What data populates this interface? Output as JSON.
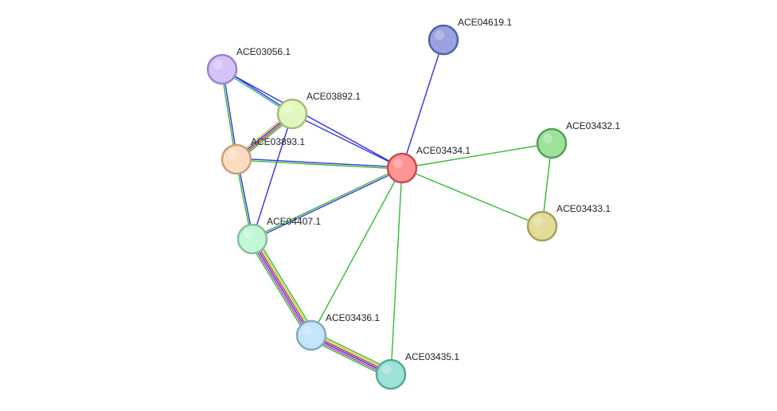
{
  "nodes": [
    {
      "id": "ACE04619.1",
      "label": "ACE04619.1",
      "fill": "#9aa3e0",
      "stroke": "#5560a8"
    },
    {
      "id": "ACE03056.1",
      "label": "ACE03056.1",
      "fill": "#d5c2f7",
      "stroke": "#9b82cc"
    },
    {
      "id": "ACE03892.1",
      "label": "ACE03892.1",
      "fill": "#e2f7c0",
      "stroke": "#9fbf7a"
    },
    {
      "id": "ACE03893.1",
      "label": "ACE03893.1",
      "fill": "#fcdcc0",
      "stroke": "#c79f7d"
    },
    {
      "id": "ACE03434.1",
      "label": "ACE03434.1",
      "fill": "#ff9494",
      "stroke": "#c44c4c"
    },
    {
      "id": "ACE03432.1",
      "label": "ACE03432.1",
      "fill": "#9ee29a",
      "stroke": "#5a9e56"
    },
    {
      "id": "ACE03433.1",
      "label": "ACE03433.1",
      "fill": "#e2dc98",
      "stroke": "#a8a05a"
    },
    {
      "id": "ACE04407.1",
      "label": "ACE04407.1",
      "fill": "#c2f7d5",
      "stroke": "#86bf9b"
    },
    {
      "id": "ACE03436.1",
      "label": "ACE03436.1",
      "fill": "#c2e5fb",
      "stroke": "#82a8c0"
    },
    {
      "id": "ACE03435.1",
      "label": "ACE03435.1",
      "fill": "#9ce2d8",
      "stroke": "#58a89c"
    }
  ],
  "edges": [
    {
      "source": "ACE04619.1",
      "target": "ACE03434.1",
      "colors": [
        "#3333dd"
      ]
    },
    {
      "source": "ACE03056.1",
      "target": "ACE03892.1",
      "colors": [
        "#3333dd",
        "#33bb88"
      ]
    },
    {
      "source": "ACE03056.1",
      "target": "ACE03434.1",
      "colors": [
        "#3333dd"
      ]
    },
    {
      "source": "ACE03056.1",
      "target": "ACE03893.1",
      "colors": [
        "#3333dd",
        "#33bb33"
      ]
    },
    {
      "source": "ACE03892.1",
      "target": "ACE03893.1",
      "colors": [
        "#33bb33",
        "#cc3333",
        "#3333dd",
        "#cccc33"
      ]
    },
    {
      "source": "ACE03892.1",
      "target": "ACE03434.1",
      "colors": [
        "#3333dd"
      ]
    },
    {
      "source": "ACE03892.1",
      "target": "ACE04407.1",
      "colors": [
        "#3333dd"
      ]
    },
    {
      "source": "ACE03893.1",
      "target": "ACE03434.1",
      "colors": [
        "#3333dd",
        "#33bb33"
      ]
    },
    {
      "source": "ACE03893.1",
      "target": "ACE04407.1",
      "colors": [
        "#3333dd",
        "#33bb33"
      ]
    },
    {
      "source": "ACE03434.1",
      "target": "ACE04407.1",
      "colors": [
        "#3333dd",
        "#33bb33"
      ]
    },
    {
      "source": "ACE03434.1",
      "target": "ACE03432.1",
      "colors": [
        "#33bb33"
      ]
    },
    {
      "source": "ACE03434.1",
      "target": "ACE03433.1",
      "colors": [
        "#33bb33"
      ]
    },
    {
      "source": "ACE03434.1",
      "target": "ACE03436.1",
      "colors": [
        "#33bb33"
      ]
    },
    {
      "source": "ACE03434.1",
      "target": "ACE03435.1",
      "colors": [
        "#33bb33"
      ]
    },
    {
      "source": "ACE03432.1",
      "target": "ACE03433.1",
      "colors": [
        "#33bb33"
      ]
    },
    {
      "source": "ACE04407.1",
      "target": "ACE03436.1",
      "colors": [
        "#33bb33",
        "#cccc33",
        "#cc3333",
        "#3333dd",
        "#bb33bb",
        "#33bb33"
      ]
    },
    {
      "source": "ACE03436.1",
      "target": "ACE03435.1",
      "colors": [
        "#33bb33",
        "#cccc33",
        "#cc3333",
        "#3333dd",
        "#bb33bb",
        "#33bb33"
      ]
    }
  ]
}
